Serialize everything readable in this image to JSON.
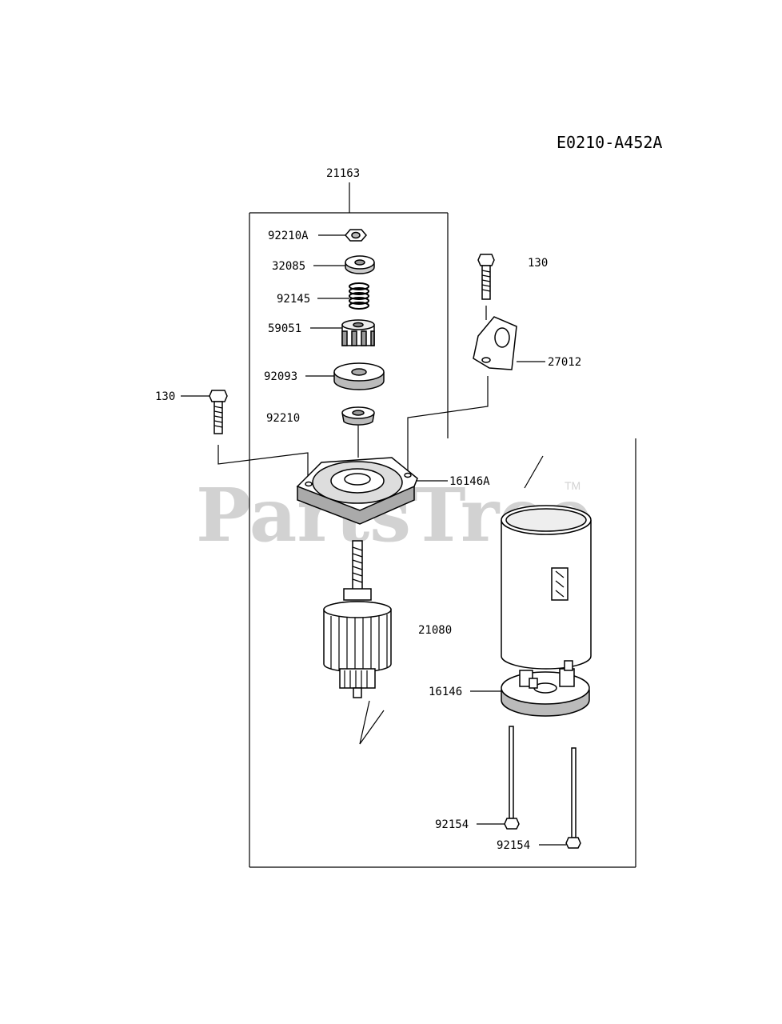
{
  "diagram_code": "E0210-A452A",
  "watermark": {
    "text": "PartsTree",
    "trademark": "TM"
  },
  "labels": {
    "p21163": "21163",
    "p92210A": "92210A",
    "p32085": "32085",
    "p92145": "92145",
    "p59051": "59051",
    "p92093": "92093",
    "p92210": "92210",
    "p130_left": "130",
    "p130_right": "130",
    "p27012": "27012",
    "p16146A": "16146A",
    "p21080": "21080",
    "p16146": "16146",
    "p92154_a": "92154",
    "p92154_b": "92154"
  },
  "colors": {
    "line": "#000000",
    "watermark": "#d2d2d2",
    "part_shade": "#bdbdbd"
  }
}
